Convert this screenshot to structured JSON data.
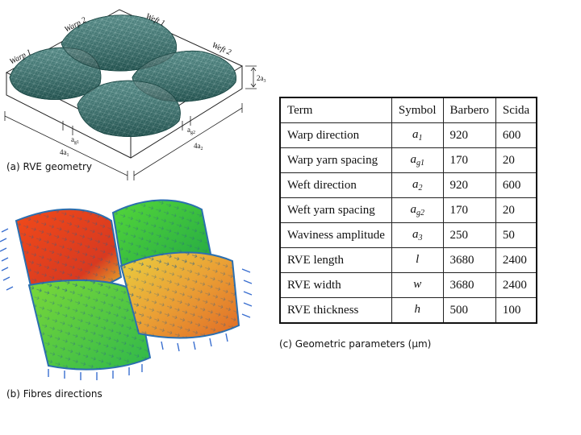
{
  "figure_a": {
    "caption": "(a) RVE geometry",
    "labels": {
      "warp1": "Warp 1",
      "warp2": "Warp 2",
      "weft1": "Weft 1",
      "weft2": "Weft 2",
      "thickness": "2a",
      "thickness_sub": "3",
      "length_left": "4a",
      "length_left_sub": "1",
      "length_right": "4a",
      "length_right_sub": "2",
      "gap_left": "a",
      "gap_left_sub": "g1",
      "gap_right": "a",
      "gap_right_sub": "g2"
    }
  },
  "figure_b": {
    "caption": "(b) Fibres directions"
  },
  "table": {
    "caption": "(c) Geometric parameters (µm)",
    "headers": [
      "Term",
      "Symbol",
      "Barbero",
      "Scida"
    ],
    "rows": [
      {
        "term": "Warp direction",
        "sym": "a",
        "sub": "1",
        "barbero": "920",
        "scida": "600"
      },
      {
        "term": "Warp yarn spacing",
        "sym": "a",
        "sub": "g1",
        "barbero": "170",
        "scida": "20"
      },
      {
        "term": "Weft direction",
        "sym": "a",
        "sub": "2",
        "barbero": "920",
        "scida": "600"
      },
      {
        "term": "Weft yarn spacing",
        "sym": "a",
        "sub": "g2",
        "barbero": "170",
        "scida": "20"
      },
      {
        "term": "Waviness amplitude",
        "sym": "a",
        "sub": "3",
        "barbero": "250",
        "scida": "50"
      },
      {
        "term": "RVE length",
        "sym": "l",
        "sub": "",
        "barbero": "3680",
        "scida": "2400"
      },
      {
        "term": "RVE width",
        "sym": "w",
        "sub": "",
        "barbero": "3680",
        "scida": "2400"
      },
      {
        "term": "RVE thickness",
        "sym": "h",
        "sub": "",
        "barbero": "500",
        "scida": "100"
      }
    ]
  },
  "colors": {
    "mesh_fill": "#2f6e6a",
    "mesh_line": "#8fbdb8",
    "fibre_red": "#e03a1e",
    "fibre_green": "#3cc23a",
    "fibre_orange": "#e8a23a",
    "arrow_blue": "#4a7ad8"
  }
}
